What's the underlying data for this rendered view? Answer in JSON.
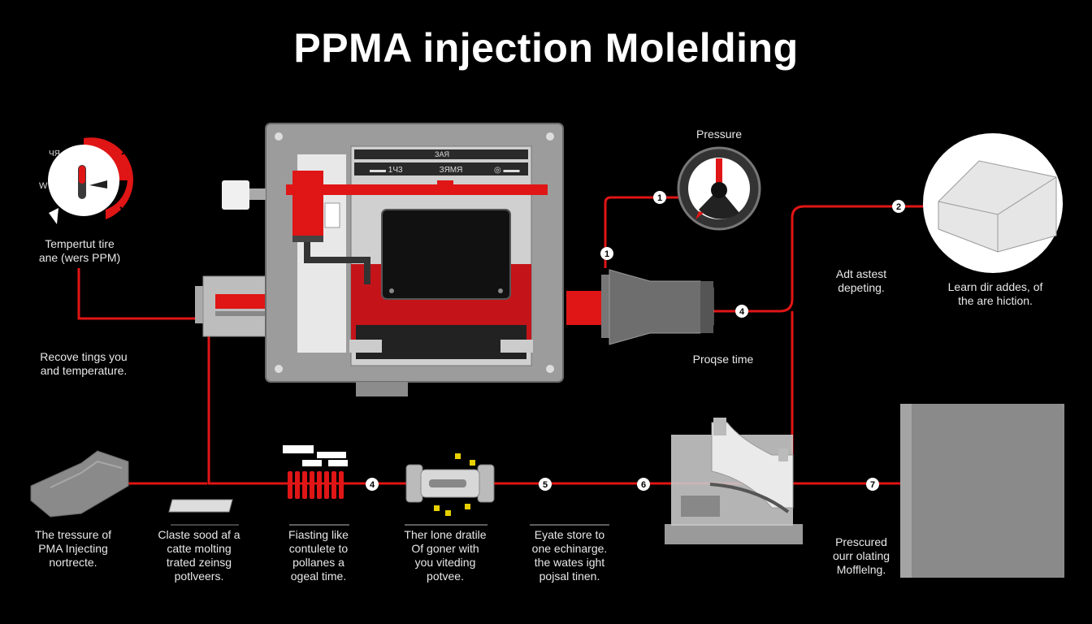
{
  "title": "PPMA injection Molelding",
  "colors": {
    "accent": "#e01515",
    "machine": "#9a9a9a",
    "background": "#000000"
  },
  "labels": {
    "temperature": [
      "Tempertut tire",
      "ane (wers PPM)"
    ],
    "recovery": [
      "Recove tings you",
      "and temperature."
    ],
    "pressure_gauge": "Pressure",
    "process_time": "Proqse time",
    "adjust": [
      "Adt astest",
      "depeting."
    ],
    "learn": [
      "Learn dir addes, of",
      "the are hiction."
    ],
    "step1": [
      "The tressure of",
      "PMA Injecting",
      "nortrecte."
    ],
    "step2": [
      "Claste sood af a",
      "catte molting",
      "trated zeinsg",
      "potlveers."
    ],
    "step3": [
      "Fiasting like",
      "contulete to",
      "pollanes a",
      "ogeal time."
    ],
    "step4": [
      "Ther lone dratile",
      "Of goner with",
      "you viteding",
      "potvee."
    ],
    "step5": [
      "Eyate store to",
      "one echinarge.",
      "the wates ight",
      "pojsal tinen."
    ],
    "step7": [
      "Prescured",
      "ourr olating",
      "Mofflelng."
    ]
  },
  "machine_panel": {
    "header": "ЗАЯ",
    "left_readout": "▬▬ 1Ч3",
    "mid_readout": "ЗЯМЯ",
    "right_readout": "◎ ▬▬"
  },
  "gauge_small": {
    "left": "W",
    "top": "ЧЯ"
  },
  "step_numbers": [
    "1",
    "1",
    "2",
    "4",
    "4",
    "5",
    "6",
    "7"
  ]
}
